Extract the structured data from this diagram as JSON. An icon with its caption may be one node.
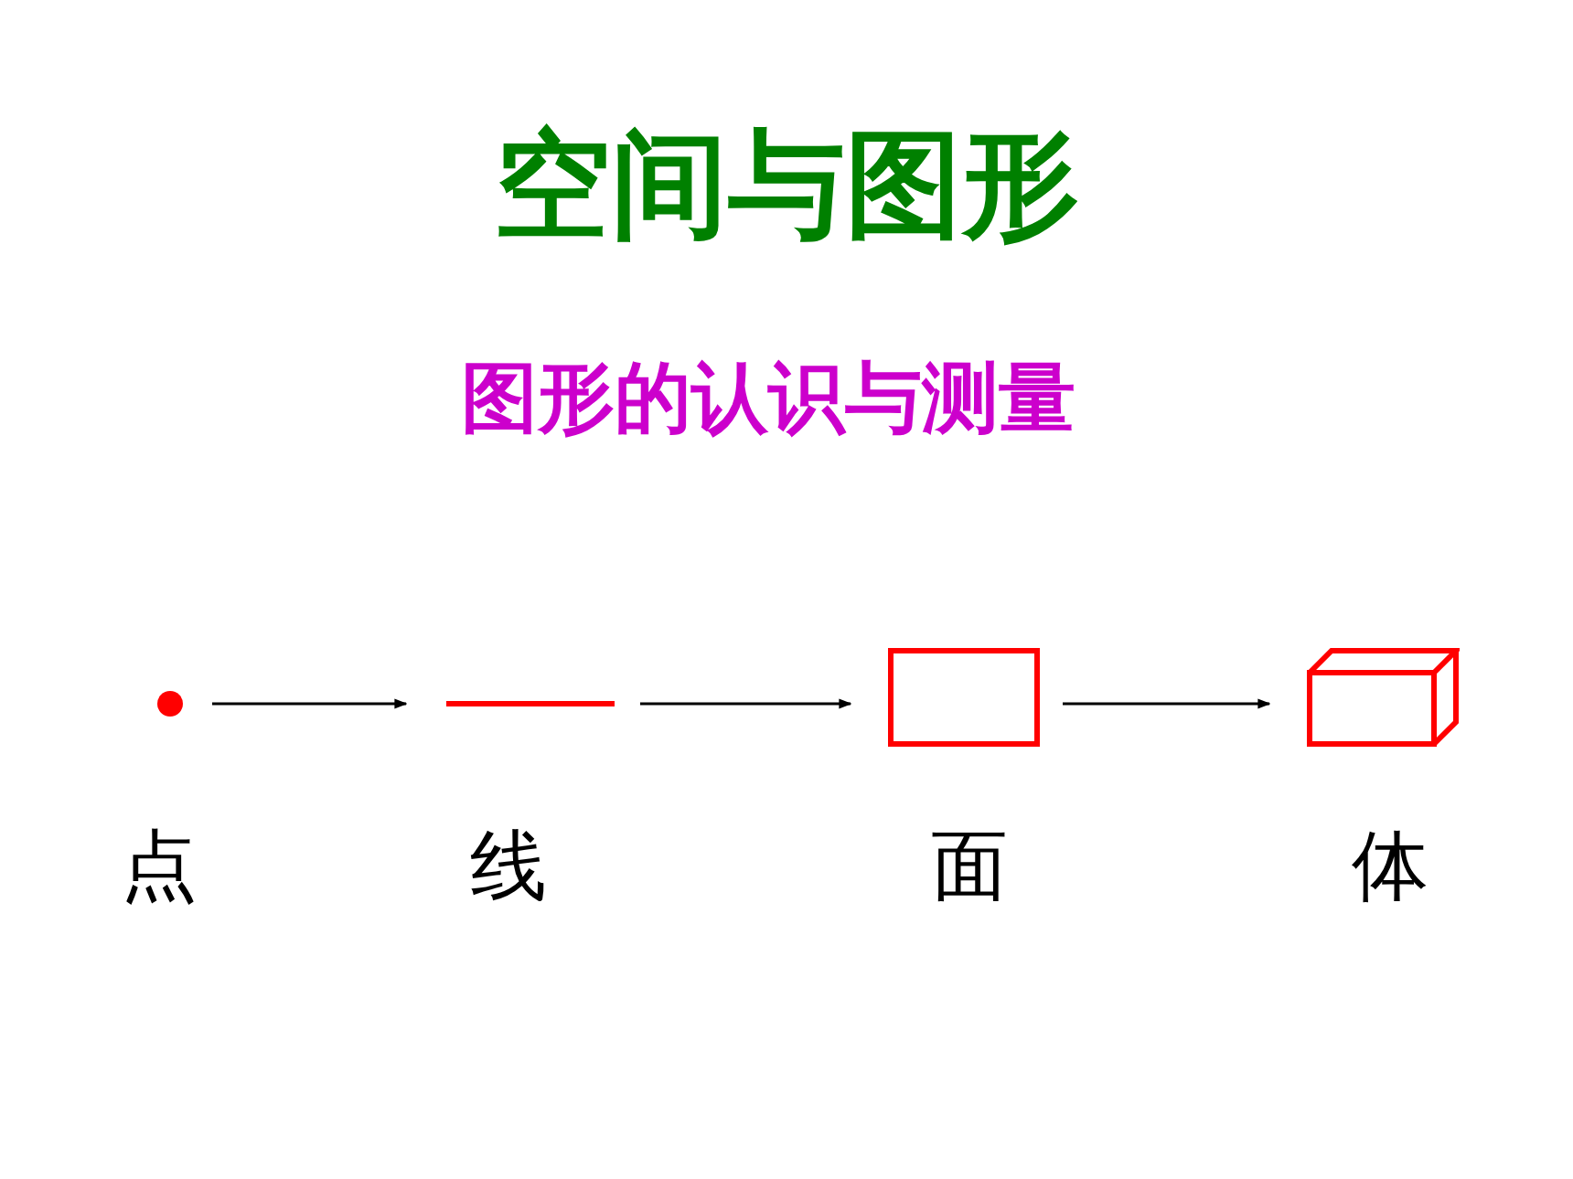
{
  "diagram": {
    "title": "空间与图形",
    "nodes": [
      {
        "text": [],
        "shape": "circle",
        "beside": [
          "点"
        ]
      },
      {
        "text": [],
        "shape": "line",
        "beside": [
          "线"
        ]
      },
      {
        "text": [],
        "shape": "box",
        "beside": [
          "面"
        ]
      },
      {
        "text": [],
        "shape": "cuboid",
        "beside": [
          "体"
        ]
      }
    ],
    "edges": [
      {
        "from": 0,
        "to": 1,
        "arrow": "to"
      },
      {
        "from": 1,
        "to": 2,
        "arrow": "to"
      },
      {
        "from": 2,
        "to": 3,
        "arrow": "to"
      }
    ],
    "labels": [
      "图形的认识与测量"
    ]
  }
}
